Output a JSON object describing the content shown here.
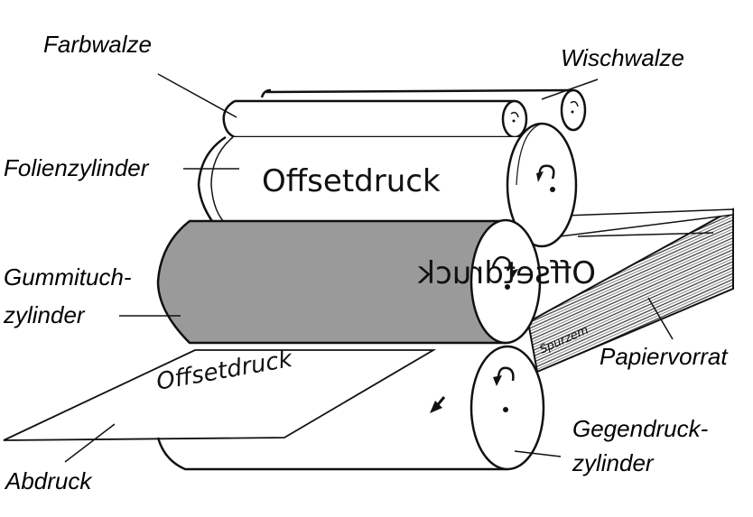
{
  "diagram": {
    "title": "Offsetdruck",
    "labels": {
      "farbwalze": "Farbwalze",
      "wischwalze": "Wischwalze",
      "folienzylinder": "Folienzylinder",
      "gummituch_line1": "Gummituch-",
      "gummituch_line2": "zylinder",
      "papiervorrat": "Papiervorrat",
      "gegendruck_line1": "Gegendruck-",
      "gegendruck_line2": "zylinder",
      "abdruck": "Abdruck"
    },
    "cylinder_texts": {
      "folie": "Offsetdruck",
      "gummi": "Offsetdruck",
      "abdruck": "Offsetdruck",
      "papier_brand": "Spurzem"
    },
    "colors": {
      "ink": "#111111",
      "rubber": "#9a9a9a",
      "paper": "#ffffff"
    }
  }
}
